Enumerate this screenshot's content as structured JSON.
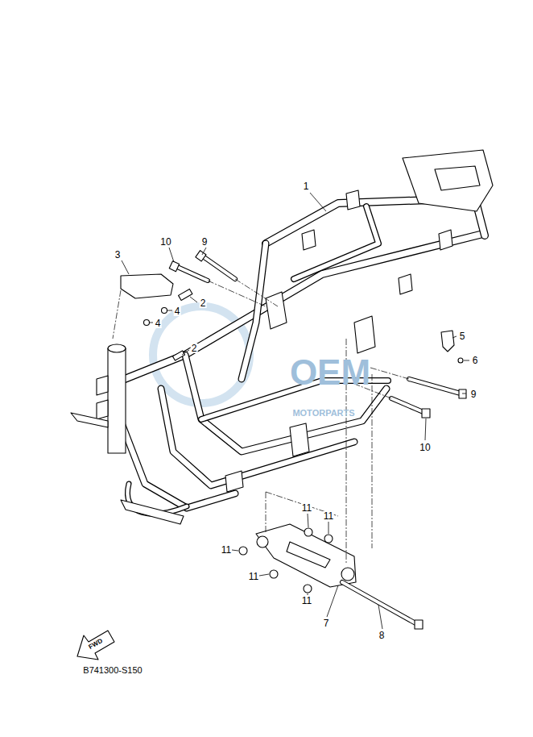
{
  "diagram": {
    "labels": [
      "1",
      "10",
      "9",
      "3",
      "2",
      "4",
      "4",
      "5",
      "2",
      "6",
      "9",
      "OEM",
      "MOTORPARTS",
      "10",
      "11",
      "11",
      "11",
      "11",
      "11",
      "7",
      "8",
      "FWD",
      "B741300-S150"
    ]
  }
}
